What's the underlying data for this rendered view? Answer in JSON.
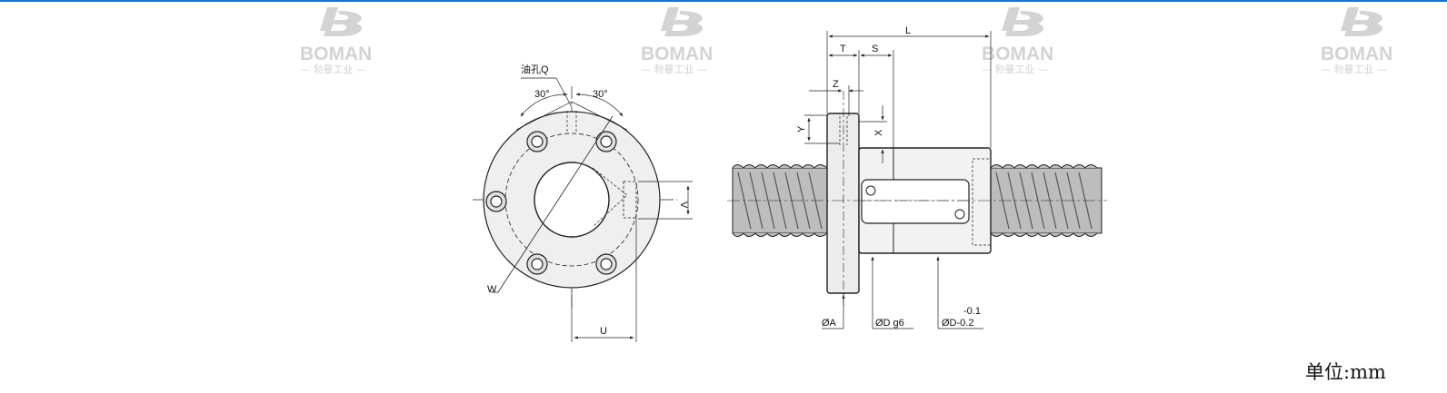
{
  "watermark": {
    "brand": "BOMAN",
    "sub": "— 勃曼工业 —"
  },
  "colors": {
    "accent": "#1a73c9",
    "line": "#222222",
    "watermark": "#d3d3d3",
    "nut_fill": "#eaeaea",
    "screw_fill": "#bdbdbd"
  },
  "front_view": {
    "oil_hole_label": "油孔Q",
    "angle_left": "30°",
    "angle_right": "30°",
    "label_w": "W",
    "label_v": "V",
    "label_u": "U"
  },
  "side_view": {
    "label_l": "L",
    "label_t": "T",
    "label_s": "S",
    "label_z": "Z",
    "label_y": "Y",
    "label_x": "X",
    "label_a": "ØA",
    "label_d_g6": "ØD g6",
    "tol_upper": "-0.1",
    "label_d_tol": "ØD-0.2"
  },
  "unit_label": "单位:mm"
}
